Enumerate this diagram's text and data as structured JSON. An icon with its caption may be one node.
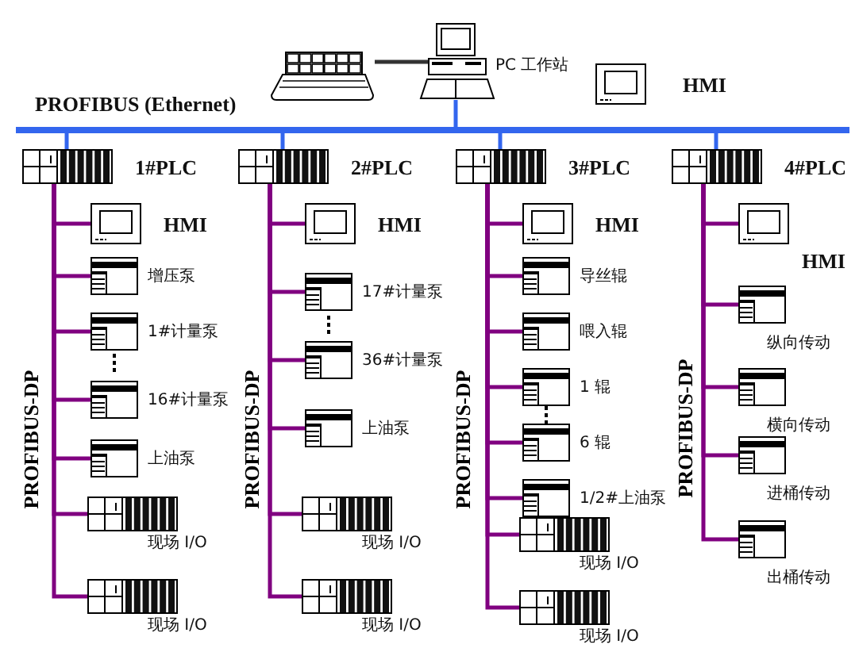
{
  "diagram": {
    "nodes": [
      {
        "text": [],
        "shape": "picture"
      },
      {
        "text": [],
        "shape": "picture",
        "beside": [
          "PC 工作站"
        ]
      },
      {
        "text": [
          "HMI"
        ]
      },
      {
        "text": [],
        "shape": "bar",
        "beside": [
          "PROFIBUS (Ethernet)"
        ]
      },
      {
        "text": [
          "1#PLC"
        ]
      },
      {
        "text": [
          "HMI"
        ]
      },
      {
        "text": [
          "增压泵"
        ]
      },
      {
        "text": [
          "1#计量泵"
        ]
      },
      {
        "text": [
          "16#计量泵"
        ]
      },
      {
        "text": [
          "上油泵"
        ]
      },
      {
        "text": [
          "现场 I/O"
        ]
      },
      {
        "text": [
          "现场 I/O"
        ]
      },
      {
        "text": [
          "2#PLC"
        ]
      },
      {
        "text": [
          "HMI"
        ]
      },
      {
        "text": [
          "17#计量泵"
        ]
      },
      {
        "text": [
          "36#计量泵"
        ]
      },
      {
        "text": [
          "上油泵"
        ]
      },
      {
        "text": [
          "现场 I/O"
        ]
      },
      {
        "text": [
          "现场 I/O"
        ]
      },
      {
        "text": [
          "3#PLC"
        ]
      },
      {
        "text": [
          "HMI"
        ]
      },
      {
        "text": [
          "导丝辊"
        ]
      },
      {
        "text": [
          "喂入辊"
        ]
      },
      {
        "text": [
          "1 辊"
        ]
      },
      {
        "text": [
          "6 辊"
        ]
      },
      {
        "text": [
          "1/2#上油泵"
        ]
      },
      {
        "text": [
          "现场 I/O"
        ]
      },
      {
        "text": [
          "现场 I/O"
        ]
      },
      {
        "text": [
          "4#PLC"
        ]
      },
      {
        "text": [
          "HMI"
        ]
      },
      {
        "text": [
          "纵向传动"
        ]
      },
      {
        "text": [
          "横向传动"
        ]
      },
      {
        "text": [
          "进桶传动"
        ]
      },
      {
        "text": [
          "出桶传动"
        ]
      }
    ],
    "edges": [
      {
        "from": 0,
        "to": 1,
        "arrow": "none",
        "color": "#333333"
      },
      {
        "from": 1,
        "to": 3,
        "arrow": "none",
        "color": "#3366ee"
      },
      {
        "from": 3,
        "to": 4,
        "arrow": "none",
        "color": "#3366ee"
      },
      {
        "from": 3,
        "to": 12,
        "arrow": "none",
        "color": "#3366ee"
      },
      {
        "from": 3,
        "to": 19,
        "arrow": "none",
        "color": "#3366ee"
      },
      {
        "from": 3,
        "to": 28,
        "arrow": "none",
        "color": "#3366ee"
      },
      {
        "from": 4,
        "to": 5,
        "arrow": "none"
      },
      {
        "from": 4,
        "to": 6,
        "arrow": "none"
      },
      {
        "from": 4,
        "to": 7,
        "arrow": "none"
      },
      {
        "from": 4,
        "to": 8,
        "arrow": "none"
      },
      {
        "from": 4,
        "to": 9,
        "arrow": "none"
      },
      {
        "from": 4,
        "to": 10,
        "arrow": "none"
      },
      {
        "from": 4,
        "to": 11,
        "arrow": "none"
      },
      {
        "from": 12,
        "to": 13,
        "arrow": "none"
      },
      {
        "from": 12,
        "to": 14,
        "arrow": "none"
      },
      {
        "from": 12,
        "to": 15,
        "arrow": "none"
      },
      {
        "from": 12,
        "to": 16,
        "arrow": "none"
      },
      {
        "from": 12,
        "to": 17,
        "arrow": "none"
      },
      {
        "from": 12,
        "to": 18,
        "arrow": "none"
      },
      {
        "from": 19,
        "to": 20,
        "arrow": "none"
      },
      {
        "from": 19,
        "to": 21,
        "arrow": "none"
      },
      {
        "from": 19,
        "to": 22,
        "arrow": "none"
      },
      {
        "from": 19,
        "to": 23,
        "arrow": "none"
      },
      {
        "from": 19,
        "to": 24,
        "arrow": "none"
      },
      {
        "from": 19,
        "to": 25,
        "arrow": "none"
      },
      {
        "from": 19,
        "to": 26,
        "arrow": "none"
      },
      {
        "from": 19,
        "to": 27,
        "arrow": "none"
      },
      {
        "from": 28,
        "to": 29,
        "arrow": "none"
      },
      {
        "from": 28,
        "to": 30,
        "arrow": "none"
      },
      {
        "from": 28,
        "to": 31,
        "arrow": "none"
      },
      {
        "from": 28,
        "to": 32,
        "arrow": "none"
      },
      {
        "from": 28,
        "to": 33,
        "arrow": "none"
      }
    ],
    "labels": [
      "PROFIBUS-DP",
      "PROFIBUS-DP",
      "PROFIBUS-DP",
      "PROFIBUS-DP"
    ]
  }
}
